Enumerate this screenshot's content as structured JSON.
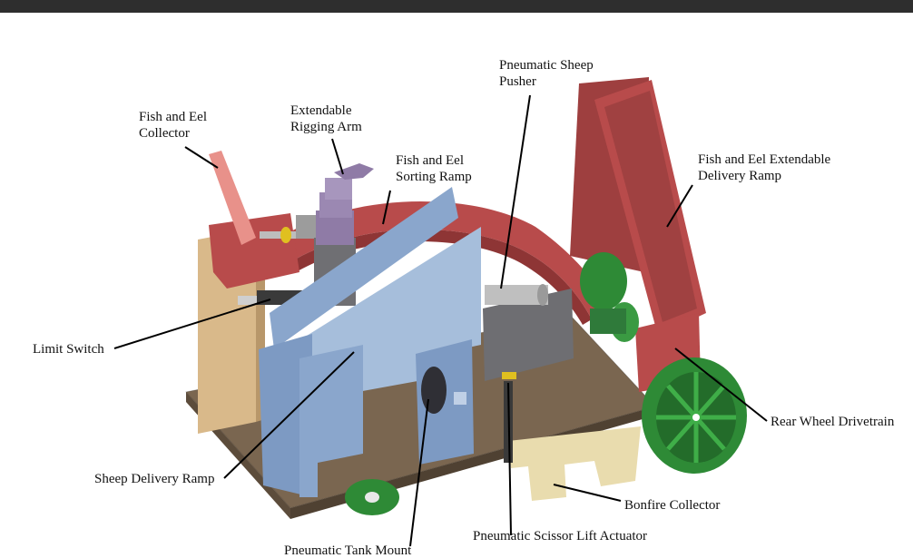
{
  "window": {
    "title_bar_color": "#2e2e2e"
  },
  "colors": {
    "base_board": "#7a6650",
    "blue_parts": "#8aa6cc",
    "red_parts": "#b84b4b",
    "green_wheels": "#2e8a36",
    "purple_arm": "#8f7ba6",
    "wood_block": "#d9b98a",
    "bonfire_collector": "#e9dcae",
    "cylinder_gray": "#6e6e72"
  },
  "labels": {
    "fish_eel_collector": [
      "Fish and Eel",
      "Collector"
    ],
    "extendable_rigging_arm": [
      "Extendable",
      "Rigging Arm"
    ],
    "fish_eel_sorting_ramp": [
      "Fish and Eel",
      "Sorting Ramp"
    ],
    "pneumatic_sheep_pusher": [
      "Pneumatic Sheep",
      "Pusher"
    ],
    "fish_eel_extendable_delivery_ramp": [
      "Fish and Eel Extendable",
      "Delivery Ramp"
    ],
    "limit_switch": "Limit Switch",
    "rear_wheel_drivetrain": "Rear Wheel Drivetrain",
    "sheep_delivery_ramp": "Sheep Delivery Ramp",
    "bonfire_collector": "Bonfire Collector",
    "pneumatic_scissor_lift_actuator": "Pneumatic Scissor Lift Actuator",
    "pneumatic_tank_mount": "Pneumatic Tank Mount"
  }
}
